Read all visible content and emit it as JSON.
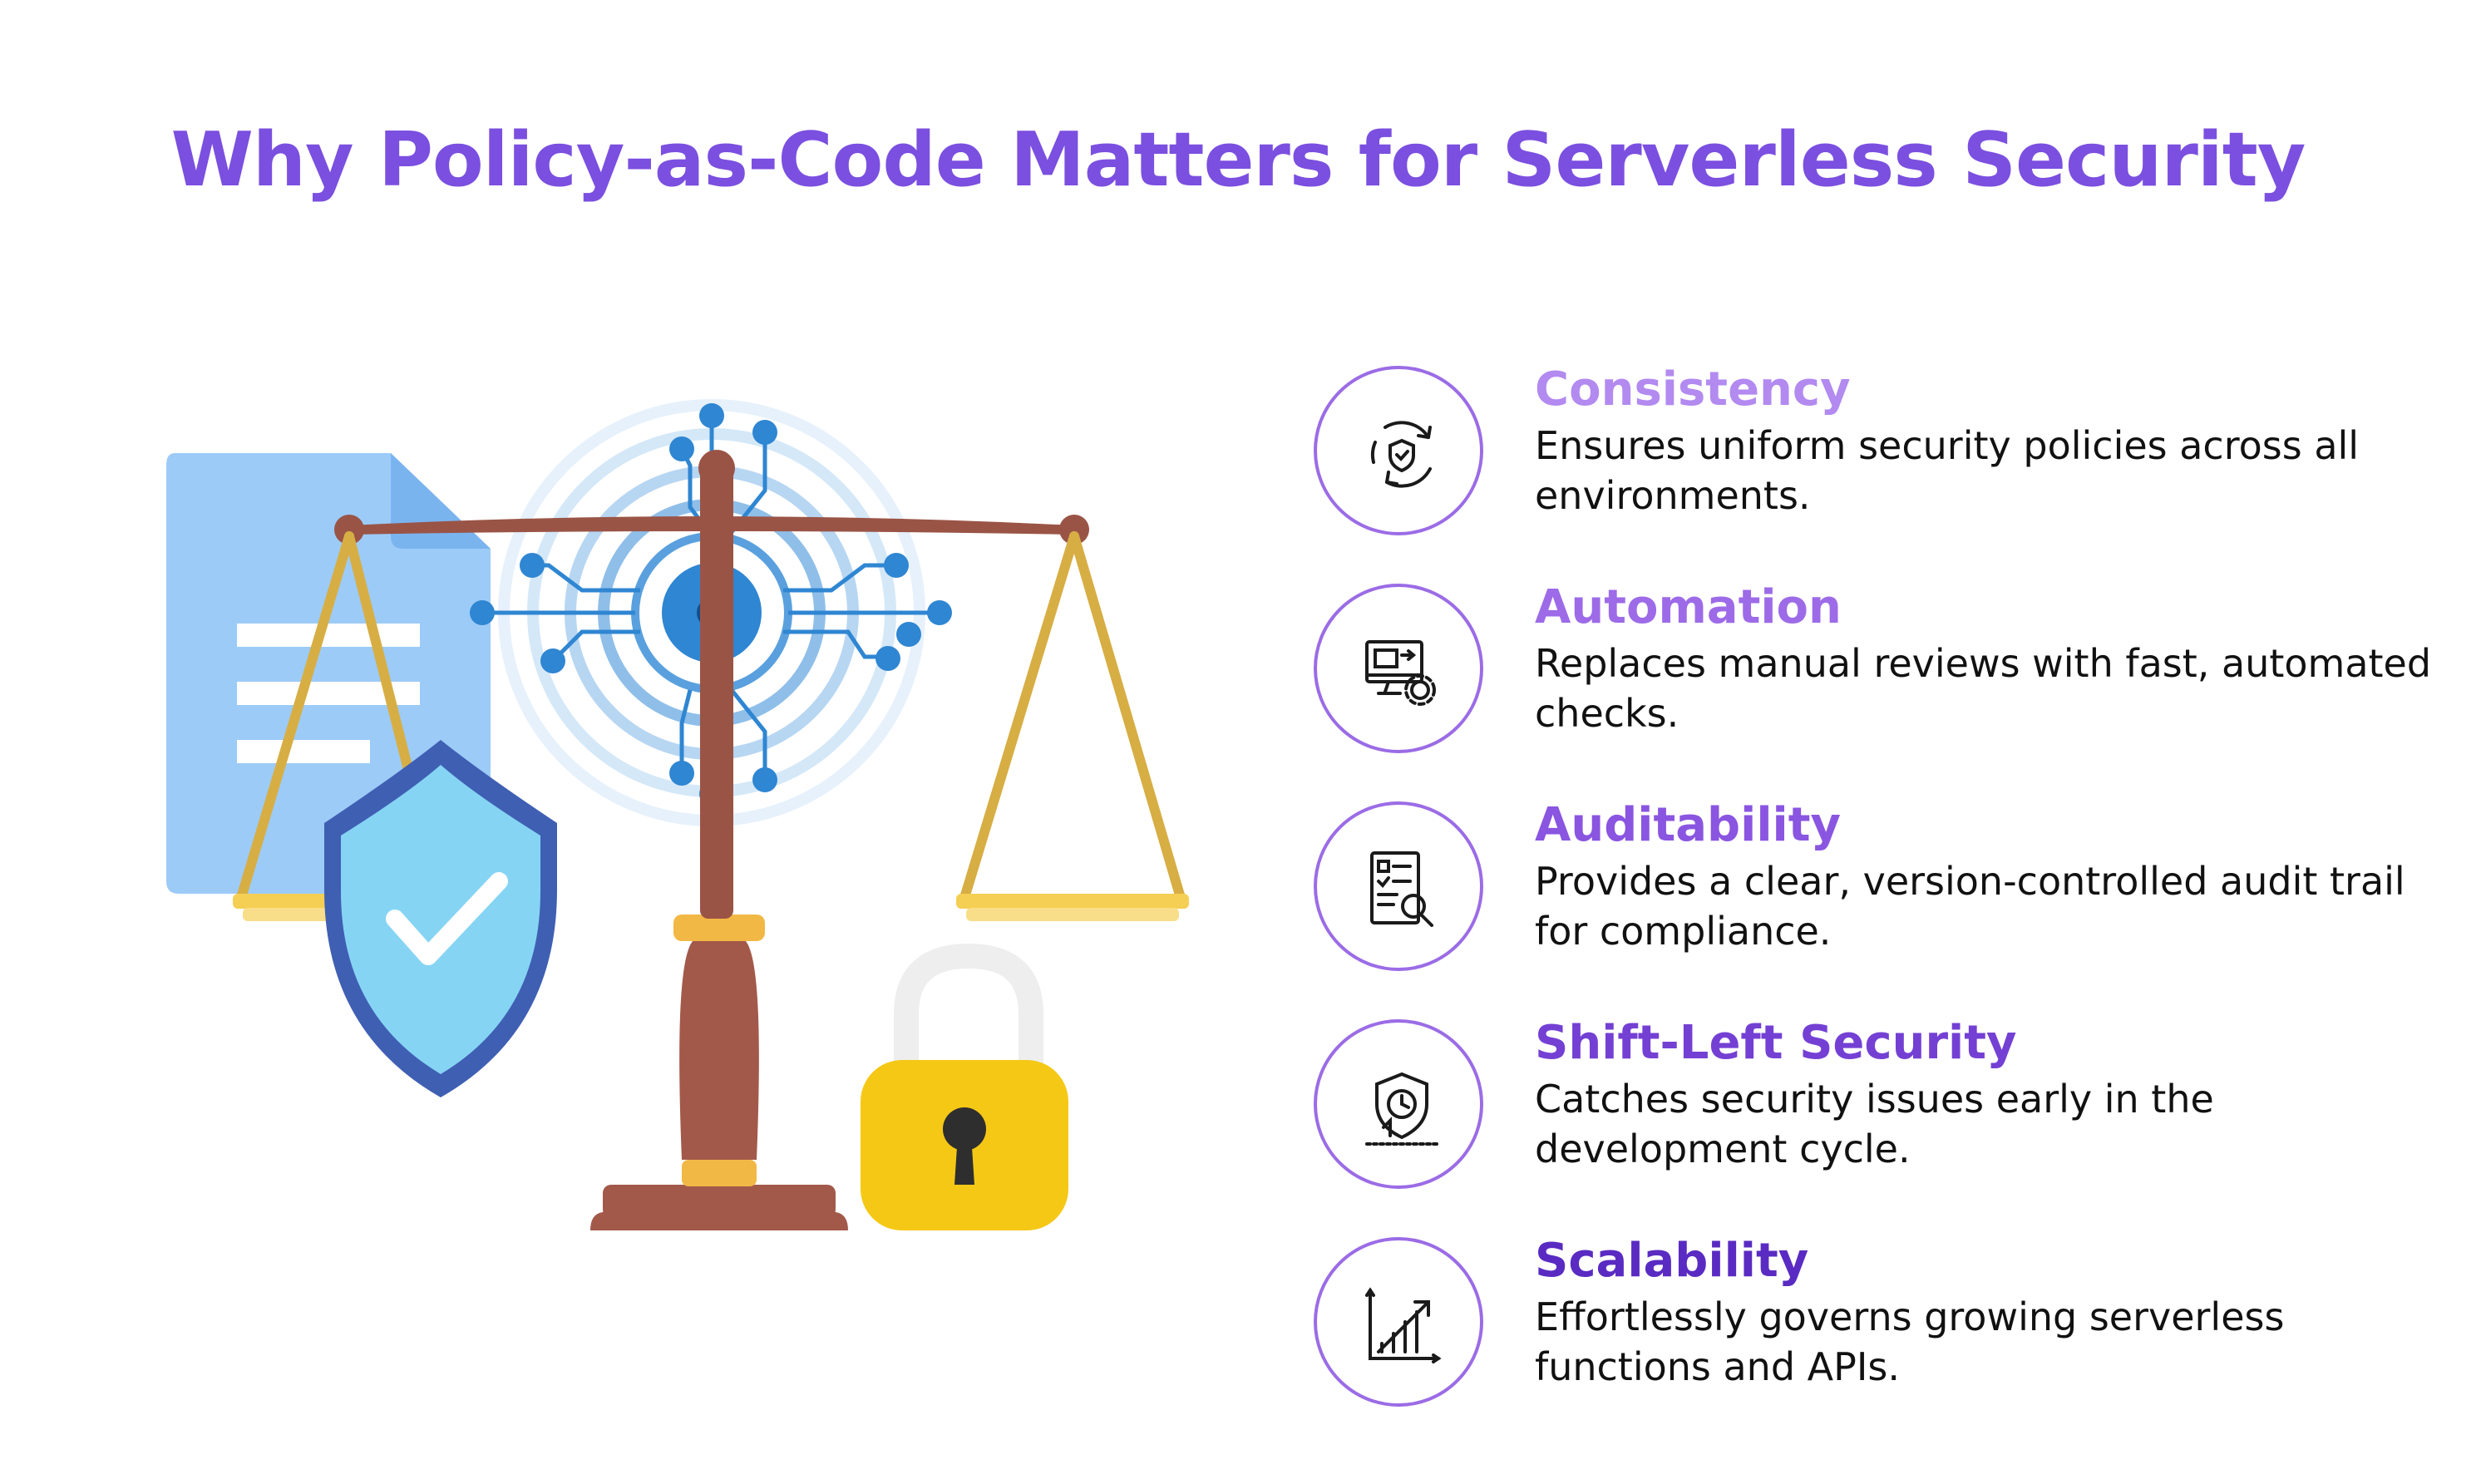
{
  "title": "Why Policy-as-Code Matters for Serverless Security",
  "colors": {
    "title": "#7b4fe0",
    "accent": "#9b6ce6",
    "heading_1": "#b28af0",
    "heading_2": "#9d6be8",
    "heading_3": "#8a55e0",
    "heading_4": "#7440d4",
    "heading_5": "#5a2bc2"
  },
  "items": [
    {
      "heading": "Consistency",
      "description": "Ensures uniform security policies across all environments.",
      "icon": "cycle-shield-icon"
    },
    {
      "heading": "Automation",
      "description": "Replaces manual reviews with fast, automated checks.",
      "icon": "monitor-gear-icon"
    },
    {
      "heading": "Auditability",
      "description": "Provides a clear, version-controlled audit trail for compliance.",
      "icon": "checklist-magnifier-icon"
    },
    {
      "heading": "Shift-Left Security",
      "description": "Catches security issues early in the development cycle.",
      "icon": "shield-clock-icon"
    },
    {
      "heading": "Scalability",
      "description": "Effortlessly governs growing serverless functions and APIs.",
      "icon": "growth-chart-icon"
    }
  ],
  "illustration": {
    "elements": [
      "document-icon",
      "shield-check-icon",
      "scales-of-justice-icon",
      "circuit-target-icon",
      "padlock-icon"
    ]
  }
}
